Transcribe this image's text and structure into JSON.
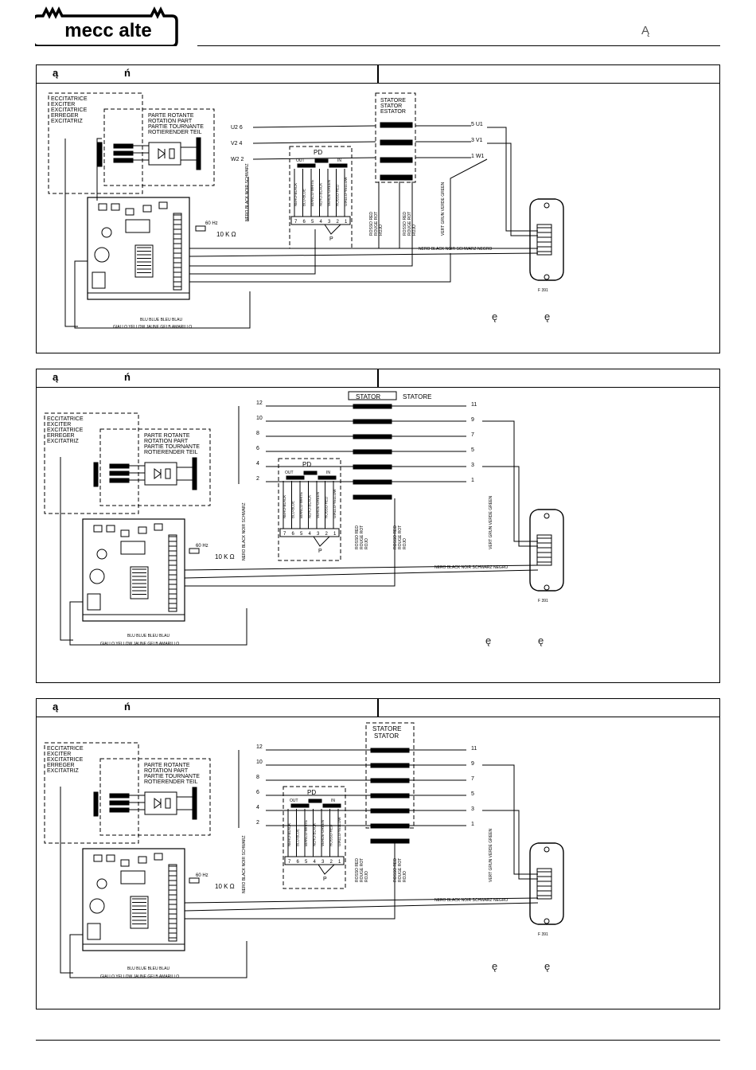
{
  "brand": {
    "name": "mecc alte"
  },
  "header": {
    "mark": "Ą"
  },
  "panels": [
    {
      "head_a": "ą",
      "head_b": "ń",
      "foot_a": "ę",
      "foot_b": "ę"
    },
    {
      "head_a": "ą",
      "head_b": "ń",
      "foot_a": "ę",
      "foot_b": "ę"
    },
    {
      "head_a": "ą",
      "head_b": "ń",
      "foot_a": "ę",
      "foot_b": "ę"
    }
  ],
  "labels": {
    "exciter": [
      "ECCITATRICE",
      "EXCITER",
      "EXCITATRICE",
      "ERREGER",
      "EXCITATRIZ"
    ],
    "rotor": [
      "PARTE ROTANTE",
      "ROTATION PART",
      "PARTIE TOURNANTE",
      "ROTIERENDER TEIL"
    ],
    "stator1": [
      "STATORE",
      "STATOR",
      "ESTATOR"
    ],
    "stator2": [
      "STATOR",
      "STATORE"
    ],
    "stator3": [
      "STATORE",
      "STATOR"
    ],
    "pd": "PD",
    "pd_out": "OUT",
    "pd_in": "IN",
    "pd_p": "P",
    "hz": "60 Hz",
    "pot": "10 K Ω",
    "blu": "BLU BLUE BLEU BLAU",
    "giallo": "GIALLO YELLOW JAUNE GELB AMARILLO",
    "nero_h": "NERO BLACK NOIR SCHWARZ NEGRO",
    "nero_v": "NERO BLACK NOIR SCHWARZ",
    "rosso": [
      "ROSSO RED",
      "ROUGE ROT",
      "ROJO"
    ],
    "verde": "VERT GRUN VERDE GREEN",
    "pd_wires": [
      "NERO-BLACK",
      "BLU-BLUE",
      "BIANCO-WHITE",
      "NERO-BLACK",
      "VERDE-GREEN",
      "ROSSO-RED",
      "GIALLO-YELLOW"
    ],
    "pd_nums": [
      "7",
      "6",
      "5",
      "4",
      "3",
      "2",
      "1"
    ],
    "conn": "F 391",
    "p1_left": [
      "U2 6",
      "V2 4",
      "W2 2"
    ],
    "p1_right": [
      "5 U1",
      "3 V1",
      "1 W1"
    ],
    "p2_left": [
      "12",
      "10",
      "8",
      "6",
      "4",
      "2"
    ],
    "p2_right": [
      "11",
      "9",
      "7",
      "5",
      "3",
      "1"
    ]
  }
}
